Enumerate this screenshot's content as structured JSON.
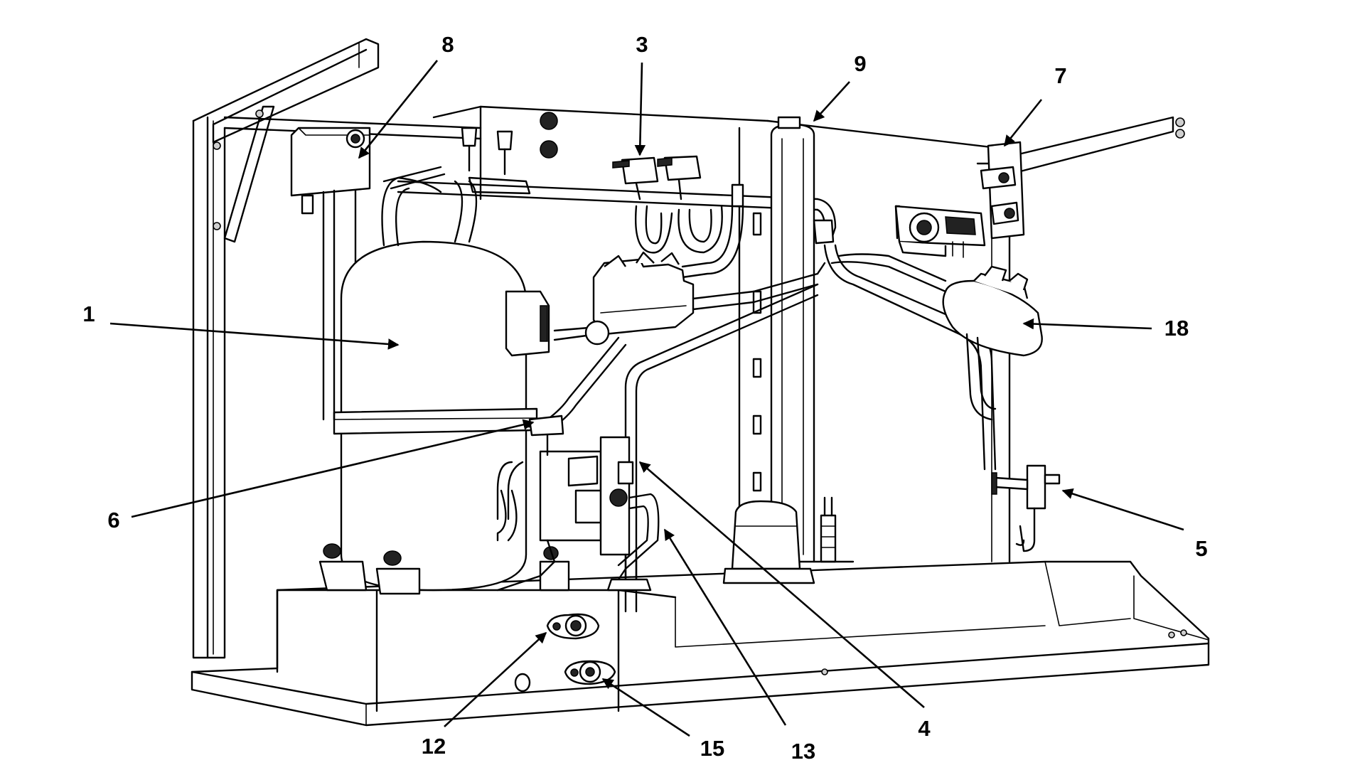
{
  "callouts": [
    {
      "id": "1",
      "label": "1"
    },
    {
      "id": "3",
      "label": "3"
    },
    {
      "id": "4",
      "label": "4"
    },
    {
      "id": "5",
      "label": "5"
    },
    {
      "id": "6",
      "label": "6"
    },
    {
      "id": "7",
      "label": "7"
    },
    {
      "id": "8",
      "label": "8"
    },
    {
      "id": "9",
      "label": "9"
    },
    {
      "id": "12",
      "label": "12"
    },
    {
      "id": "13",
      "label": "13"
    },
    {
      "id": "15",
      "label": "15"
    },
    {
      "id": "18",
      "label": "18"
    }
  ]
}
